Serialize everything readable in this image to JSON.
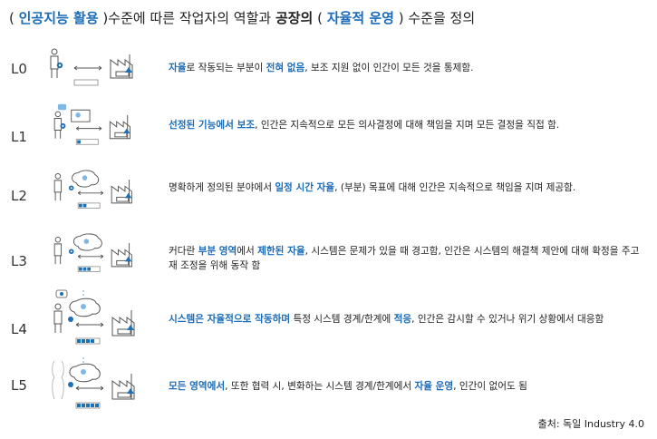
{
  "title": {
    "p1": "( ",
    "h1": "인공지능 활용",
    "p2": " )수준에 따른 작업자의 역할과 ",
    "h2": "공장의",
    "p3": " ( ",
    "h3": "자율적 운영",
    "p4": " ) 수준을 정의"
  },
  "levels": [
    {
      "label": "L0",
      "segments": [
        {
          "t": "자율",
          "h": true
        },
        {
          "t": "로 작동되는 부분이 ",
          "h": false
        },
        {
          "t": "전혀 없음",
          "h": true
        },
        {
          "t": ", 보조 지원 없이 인간이 모든 것을 통제함.",
          "h": false
        }
      ]
    },
    {
      "label": "L1",
      "segments": [
        {
          "t": "선정된 기능에서 보조",
          "h": true
        },
        {
          "t": ", 인간은 지속적으로 모든 의사결정에 대해 책임을 지며 모든 결정을 직접 함.",
          "h": false
        }
      ]
    },
    {
      "label": "L2",
      "segments": [
        {
          "t": "명확하게 정의된 분야에서 ",
          "h": false
        },
        {
          "t": "일정 시간 자율",
          "h": true
        },
        {
          "t": ", (부분) 목표에 대해 인간은 지속적으로 책임을 지며 제공함.",
          "h": false
        }
      ]
    },
    {
      "label": "L3",
      "segments": [
        {
          "t": "커다란 ",
          "h": false
        },
        {
          "t": "부분 영역",
          "h": true
        },
        {
          "t": "에서 ",
          "h": false
        },
        {
          "t": "제한된 자율",
          "h": true
        },
        {
          "t": ", 시스템은 문제가 있을 때 경고함, 인간은 시스템의 해결책 제안에 대해 확정을 주고 재 조정을 위해 동작 함",
          "h": false
        }
      ]
    },
    {
      "label": "L4",
      "segments": [
        {
          "t": "시스템은 자율적으로 작동하며",
          "h": true
        },
        {
          "t": " 특정 시스템 경계/한계에 ",
          "h": false
        },
        {
          "t": "적응",
          "h": true
        },
        {
          "t": ", 인간은 감시할 수 있거나 위기 상황에서 대응함",
          "h": false
        }
      ]
    },
    {
      "label": "L5",
      "segments": [
        {
          "t": "모든 영역에서",
          "h": true
        },
        {
          "t": ", 또한 협력 시, 변화하는 시스템 경계/한계에서 ",
          "h": false
        },
        {
          "t": "자율 운영",
          "h": true
        },
        {
          "t": ", 인간이 없어도 됨",
          "h": false
        }
      ]
    }
  ],
  "source": "출처: 독일 Industry 4.0",
  "colors": {
    "accent": "#1a6bb8",
    "icon_blue": "#1f6fb5",
    "light_blue": "#7fb8e6"
  }
}
